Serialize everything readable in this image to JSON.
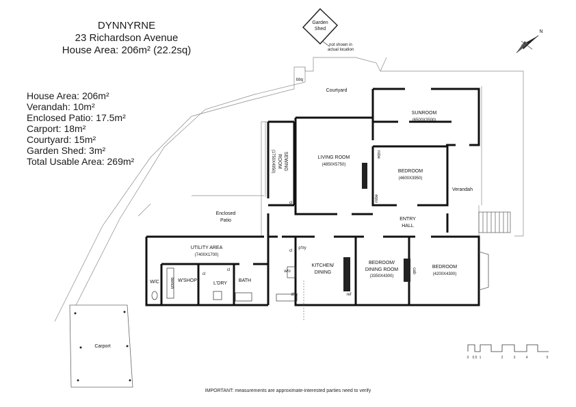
{
  "header": {
    "name": "DYNNYRNE",
    "address": "23 Richardson Avenue",
    "house_area": "House Area: 206m² (22.2sq)"
  },
  "areas": [
    "House Area: 206m²",
    "Verandah: 10m²",
    "Enclosed Patio: 17.5m²",
    "Carport: 18m²",
    "Courtyard: 15m²",
    "Garden Shed: 3m²",
    "Total Usable Area: 269m²"
  ],
  "rooms": {
    "garden_shed_1": "Garden",
    "garden_shed_2": "Shed",
    "shed_note_1": "not shown in",
    "shed_note_2": "actual location",
    "bbq": "bbq",
    "courtyard": "Courtyard",
    "sunroom": "SUNROOM",
    "sunroom_dim": "(6500X3500)",
    "living": "LIVING ROOM",
    "living_dim": "(4850X5750)",
    "sewing_1": "SEWING",
    "sewing_2": "ROOM",
    "sewing_dim": "(1750X4950)",
    "bedroom1": "BEDROOM",
    "bedroom1_dim": "(4600X3950)",
    "robe": "robe",
    "verandah": "Verandah",
    "entry_1": "ENTRY",
    "entry_2": "HALL",
    "patio_1": "Enclosed",
    "patio_2": "Patio",
    "cl": "cl",
    "utility": "UTILITY AREA",
    "utility_dim": "(7400X1700)",
    "ptry": "p'try",
    "kitchen_1": "KITCHEN/",
    "kitchen_2": "DINING",
    "bed_dining_1": "BEDROOM/",
    "bed_dining_2": "DINING ROOM",
    "bed_dining_dim": "(3350X4300)",
    "bedroom2": "BEDROOM",
    "bedroom2_dim": "(4200X4300)",
    "cab": "cab",
    "wc": "W/C",
    "bench": "bench",
    "wshop": "W'SHOP",
    "ldry": "L'DRY",
    "bath": "BATH",
    "wo": "w/o",
    "dw": "d/w",
    "ref": "ref",
    "carport": "Carport"
  },
  "scale_labels": [
    "0",
    "0.5",
    "1",
    "2",
    "3",
    "4",
    "5"
  ],
  "north": "N",
  "footer": "IMPORTANT: measurements are approximate-interested parties need to verify"
}
